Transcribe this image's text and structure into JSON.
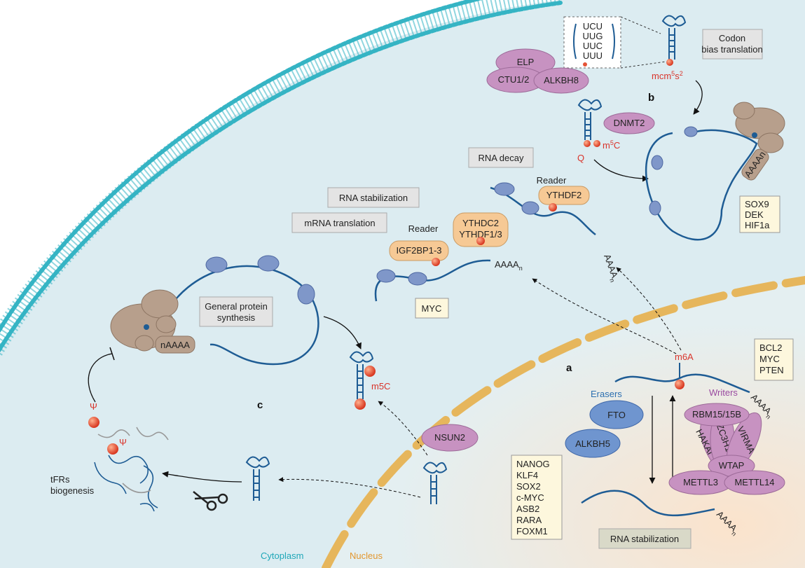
{
  "palette": {
    "cell_bg": "#dcecf1",
    "nucleus_bg": "#fbe7d3",
    "membrane": "#35b4c4",
    "nuclear_envelope": "#e6b65c",
    "rna": "#1e5c94",
    "ribosome": "#b79f8c",
    "small_subunit": "#7f97c9",
    "writer": "#c792c1",
    "eraser": "#6f95cf",
    "reader": "#f6c995",
    "modification": "#e55336",
    "gray_box": "#e4e4e4",
    "yellow_box": "#fdf7dd"
  },
  "panels": {
    "a": "a",
    "b": "b",
    "c": "c"
  },
  "compartments": {
    "cytoplasm": "Cytoplasm",
    "nucleus": "Nucleus"
  },
  "process_boxes": {
    "codon_bias_1": "Codon",
    "codon_bias_2": "bias translation",
    "rna_decay": "RNA decay",
    "rna_stabilization_top": "RNA stabilization",
    "mrna_translation": "mRNA translation",
    "general_synthesis_1": "General protein",
    "general_synthesis_2": "synthesis",
    "rna_stabilization_bottom": "RNA stabilization"
  },
  "gene_lists": {
    "sox9_group": [
      "SOX9",
      "DEK",
      "HIF1a"
    ],
    "myc_group": [
      "MYC"
    ],
    "bcl2_group": [
      "BCL2",
      "MYC",
      "PTEN"
    ],
    "nanog_group": [
      "NANOG",
      "KLF4",
      "SOX2",
      "c-MYC",
      "ASB2",
      "RARA",
      "FOXM1"
    ]
  },
  "proteins": {
    "elp": "ELP",
    "ctu": "CTU1/2",
    "alkbh8": "ALKBH8",
    "dnmt2": "DNMT2",
    "nsun2": "NSUN2",
    "fto": "FTO",
    "alkbh5": "ALKBH5",
    "rbm15": "RBM15/15B",
    "hakai": "HAKAI",
    "zc3h13": "ZC3H13",
    "virma": "VIRMA",
    "wtap": "WTAP",
    "mettl3": "METTL3",
    "mettl14": "METTL14",
    "ythdf2": "YTHDF2",
    "ythdc2": "YTHDC2",
    "ythdf13": "YTHDF1/3",
    "igf2bp": "IGF2BP1-3",
    "ribosome_tail": "nAAAA",
    "ribosome_tail_b": "AAAAn"
  },
  "labels": {
    "reader": "Reader",
    "erasers": "Erasers",
    "writers": "Writers",
    "m6a": "m6A",
    "m5c_top": "m",
    "m5c_top_sup": "5",
    "m5c_top_end": "C",
    "q": "Q",
    "mcm_pre": "mcm",
    "mcm_sup1": "5",
    "mcm_mid": "s",
    "mcm_sup2": "2",
    "m5c_mid": "m5C",
    "psi": "Ψ",
    "tfrs_1": "tFRs",
    "tfrs_2": "biogenesis",
    "polya_main": "AAAA",
    "polya_sub": "n"
  },
  "codons": [
    "UCU",
    "UUG",
    "UUC",
    "UUU"
  ]
}
